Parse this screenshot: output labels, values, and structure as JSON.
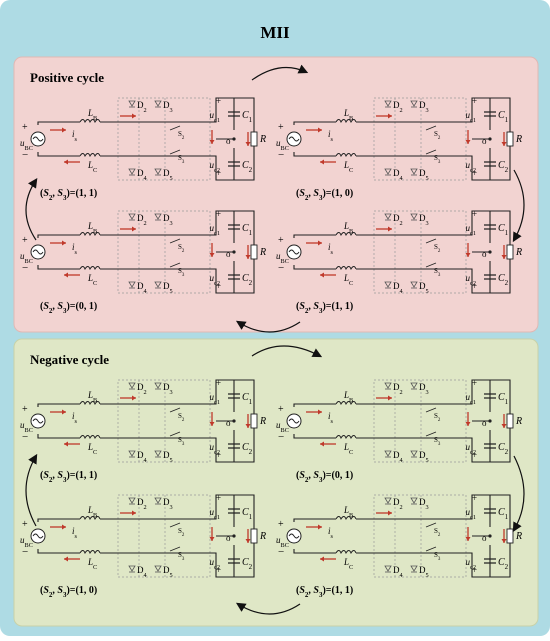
{
  "title": "MII",
  "colors": {
    "outer_bg": "#aedbe4",
    "positive_bg": "#f2d3d1",
    "negative_bg": "#dfe7c6",
    "arrow": "#c0392b",
    "wire": "#222222",
    "dashed": "#9a9a9a"
  },
  "sections": [
    {
      "label": "Positive cycle",
      "panels": [
        {
          "state": "(S2, S3)=(1, 1)",
          "state_parts": {
            "s2": "S",
            "s2_sub": "2",
            "s3": "S",
            "s3_sub": "3",
            "value": "=(1, 1)"
          }
        },
        {
          "state": "(S2, S3)=(1, 0)",
          "state_parts": {
            "s2": "S",
            "s2_sub": "2",
            "s3": "S",
            "s3_sub": "3",
            "value": "=(1, 0)"
          }
        },
        {
          "state": "(S2, S3)=(0, 1)",
          "state_parts": {
            "s2": "S",
            "s2_sub": "2",
            "s3": "S",
            "s3_sub": "3",
            "value": "=(0, 1)"
          }
        },
        {
          "state": "(S2, S3)=(1, 1)",
          "state_parts": {
            "s2": "S",
            "s2_sub": "2",
            "s3": "S",
            "s3_sub": "3",
            "value": "=(1, 1)"
          }
        }
      ]
    },
    {
      "label": "Negative cycle",
      "panels": [
        {
          "state": "(S2, S3)=(1, 1)",
          "state_parts": {
            "s2": "S",
            "s2_sub": "2",
            "s3": "S",
            "s3_sub": "3",
            "value": "=(1, 1)"
          }
        },
        {
          "state": "(S2, S3)=(0, 1)",
          "state_parts": {
            "s2": "S",
            "s2_sub": "2",
            "s3": "S",
            "s3_sub": "3",
            "value": "=(0, 1)"
          }
        },
        {
          "state": "(S2, S3)=(1, 0)",
          "state_parts": {
            "s2": "S",
            "s2_sub": "2",
            "s3": "S",
            "s3_sub": "3",
            "value": "=(1, 0)"
          }
        },
        {
          "state": "(S2, S3)=(1, 1)",
          "state_parts": {
            "s2": "S",
            "s2_sub": "2",
            "s3": "S",
            "s3_sub": "3",
            "value": "=(1, 1)"
          }
        }
      ]
    }
  ],
  "circuit_labels": {
    "LB": "L",
    "LB_sub": "B",
    "LC": "L",
    "LC_sub": "C",
    "is": "i",
    "is_sub": "s",
    "uBC": "u",
    "uBC_sub": "BC",
    "D2": "D",
    "D2_sub": "2",
    "D3": "D",
    "D3_sub": "3",
    "D4": "D",
    "D4_sub": "4",
    "D5": "D",
    "D5_sub": "5",
    "S2": "S",
    "S2_sub": "2",
    "S3": "S",
    "S3_sub": "3",
    "C1": "C",
    "C1_sub": "1",
    "C2": "C",
    "C2_sub": "2",
    "uc1": "u",
    "uc1_sub": "c1",
    "uc2": "u",
    "uc2_sub": "c2",
    "R": "R",
    "o": "o",
    "plus": "+",
    "minus": "−"
  }
}
